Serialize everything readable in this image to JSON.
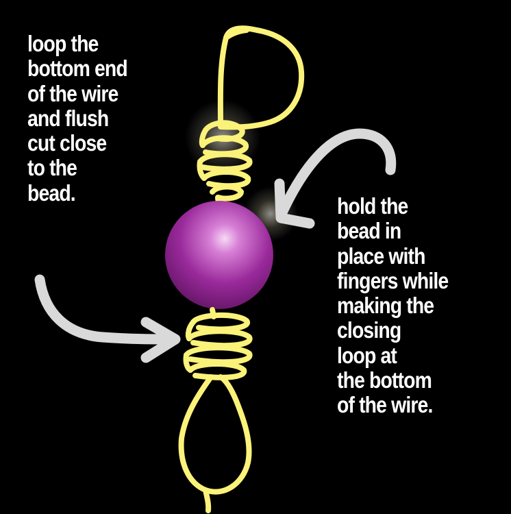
{
  "colors": {
    "background": "#000000",
    "wire": "#fbf27a",
    "bead": "#8a1f8c",
    "arrow": "#d9d9d9",
    "text": "#ffffff"
  },
  "notes": {
    "left": [
      "loop the",
      "bottom end",
      "of the wire",
      "and flush",
      "cut close",
      "to the",
      "bead."
    ],
    "right": [
      "hold the",
      "bead in",
      "place with",
      "fingers while",
      "making the",
      "closing",
      "loop at",
      "the bottom",
      "of the wire."
    ]
  }
}
